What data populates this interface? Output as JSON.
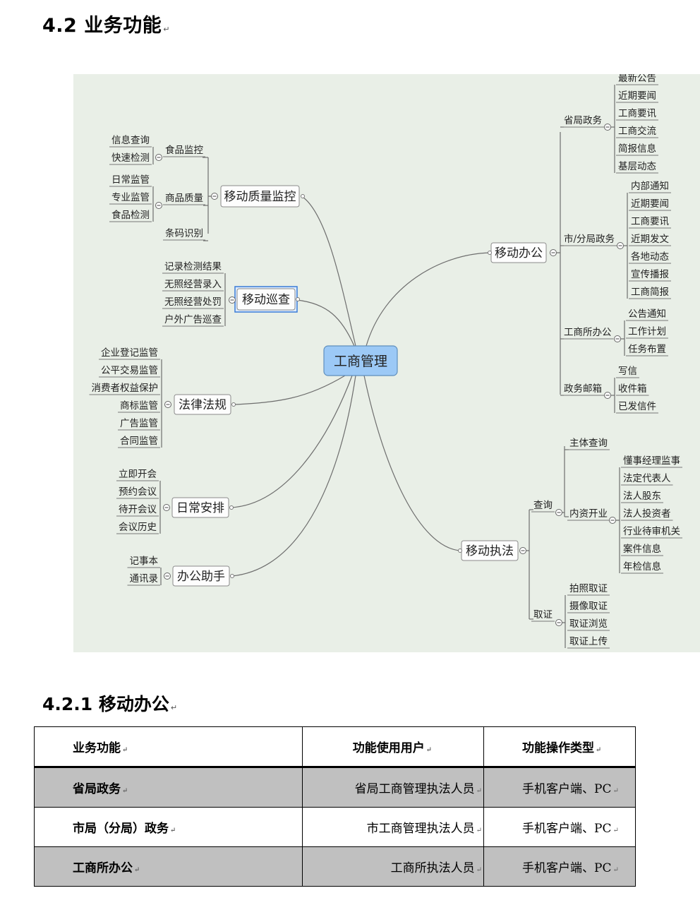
{
  "section_title": "4.2  业务功能",
  "subsection_title": "4.2.1 移动办公",
  "mindmap": {
    "center": "工商管理",
    "branches": {
      "quality": {
        "label": "移动质量监控",
        "groups": [
          {
            "label": "食品监控",
            "items": [
              "信息查询",
              "快速检测"
            ]
          },
          {
            "label": "商品质量",
            "items": [
              "日常监管",
              "专业监管",
              "食品检测"
            ]
          },
          {
            "label": "条码识别",
            "items": []
          }
        ]
      },
      "patrol": {
        "label": "移动巡查",
        "items": [
          "记录检测结果",
          "无照经营录入",
          "无照经营处罚",
          "户外广告巡查"
        ]
      },
      "law": {
        "label": "法律法规",
        "items": [
          "企业登记监管",
          "公平交易监管",
          "消费者权益保护",
          "商标监管",
          "广告监管",
          "合同监管"
        ]
      },
      "schedule": {
        "label": "日常安排",
        "items": [
          "立即开会",
          "预约会议",
          "待开会议",
          "会议历史"
        ]
      },
      "assistant": {
        "label": "办公助手",
        "items": [
          "记事本",
          "通讯录"
        ]
      },
      "office": {
        "label": "移动办公",
        "groups": [
          {
            "label": "省局政务",
            "items": [
              "最新公告",
              "近期要闻",
              "工商要讯",
              "工商交流",
              "简报信息",
              "基层动态"
            ]
          },
          {
            "label": "市/分局政务",
            "items": [
              "内部通知",
              "近期要闻",
              "工商要讯",
              "近期发文",
              "各地动态",
              "宣传播报",
              "工商简报"
            ]
          },
          {
            "label": "工商所办公",
            "items": [
              "公告通知",
              "工作计划",
              "任务布置"
            ]
          },
          {
            "label": "政务邮箱",
            "items": [
              "写信",
              "收件箱",
              "已发信件"
            ]
          }
        ]
      },
      "enforcement": {
        "label": "移动执法",
        "query": {
          "label": "查询",
          "main": "主体查询",
          "domestic": {
            "label": "内资开业",
            "items": [
              "懂事经理监事",
              "法定代表人",
              "法人股东",
              "法人投资者",
              "行业待审机关",
              "案件信息",
              "年检信息"
            ]
          }
        },
        "evidence": {
          "label": "取证",
          "items": [
            "拍照取证",
            "摄像取证",
            "取证浏览",
            "取证上传"
          ]
        }
      }
    }
  },
  "table": {
    "headers": [
      "业务功能",
      "功能使用用户",
      "功能操作类型"
    ],
    "rows": [
      [
        "省局政务",
        "省局工商管理执法人员",
        "手机客户端、PC"
      ],
      [
        "市局（分局）政务",
        "市工商管理执法人员",
        "手机客户端、PC"
      ],
      [
        "工商所办公",
        "工商所执法人员",
        "手机客户端、PC"
      ]
    ]
  }
}
